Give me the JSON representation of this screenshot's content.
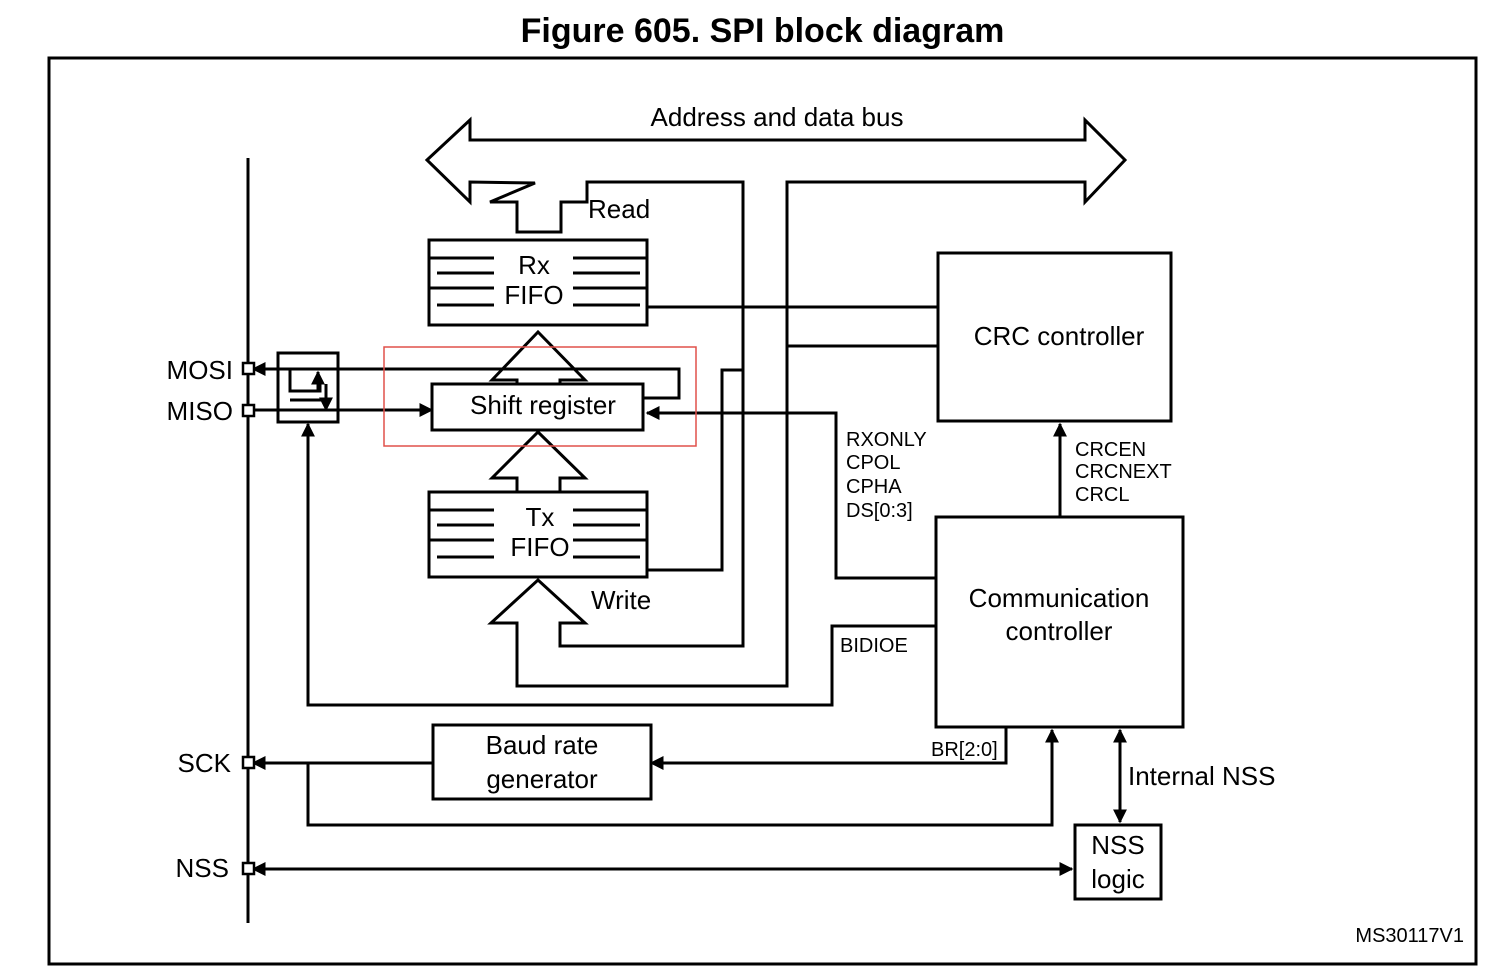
{
  "figure": {
    "title": "Figure 605. SPI block diagram",
    "ref_code": "MS30117V1"
  },
  "bus": {
    "label": "Address and data bus"
  },
  "rx_fifo": {
    "line1": "Rx",
    "line2": "FIFO",
    "arrow_label": "Read"
  },
  "tx_fifo": {
    "line1": "Tx",
    "line2": "FIFO",
    "arrow_label": "Write"
  },
  "shift_register": {
    "label": "Shift register",
    "highlight_color": "#e0504a"
  },
  "crc_controller": {
    "label": "CRC controller"
  },
  "comm_controller": {
    "line1": "Communication",
    "line2": "controller"
  },
  "baud_rate": {
    "line1": "Baud rate",
    "line2": "generator"
  },
  "nss_logic": {
    "line1": "NSS",
    "line2": "logic"
  },
  "pins": {
    "mosi": "MOSI",
    "miso": "MISO",
    "sck": "SCK",
    "nss": "NSS"
  },
  "signals": {
    "ctrl_bits": [
      "RXONLY",
      "CPOL",
      "CPHA",
      "DS[0:3]"
    ],
    "crc_bits": [
      "CRCEN",
      "CRCNEXT",
      "CRCL"
    ],
    "bidioe": "BIDIOE",
    "br": "BR[2:0]",
    "internal_nss": "Internal NSS"
  }
}
